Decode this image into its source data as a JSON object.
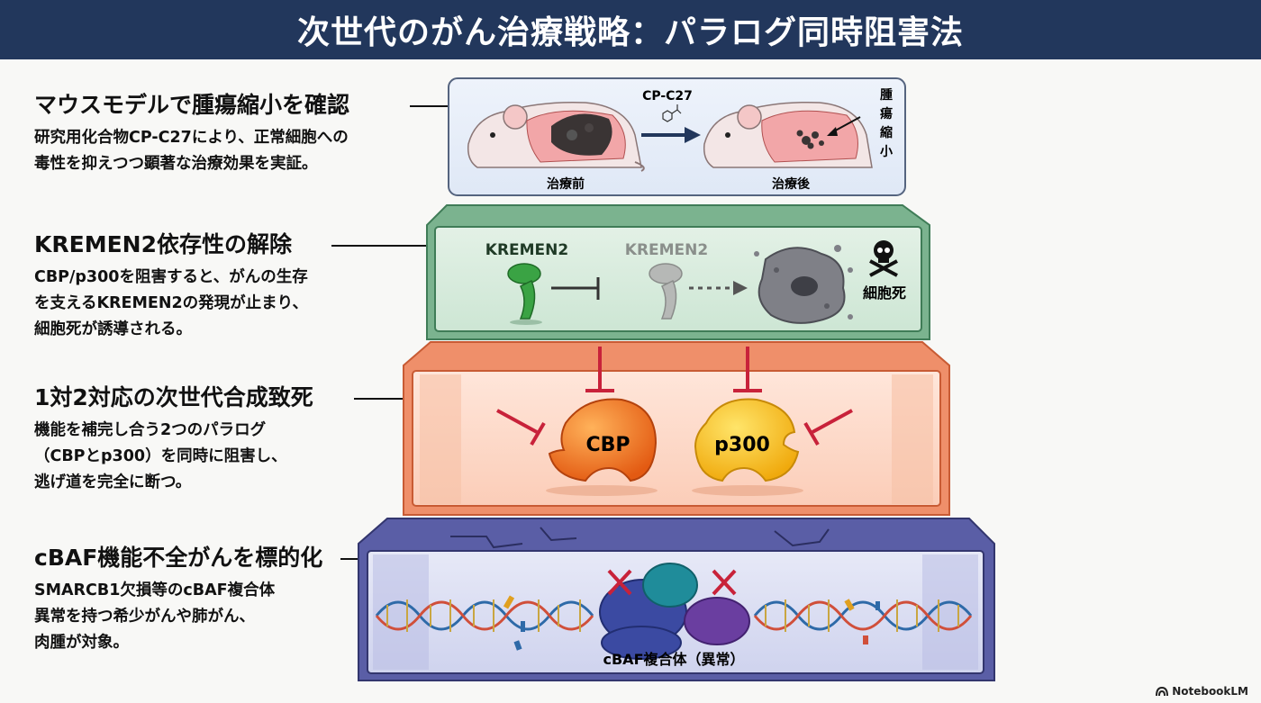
{
  "title": "次世代のがん治療戦略：パラログ同時阻害法",
  "sections": [
    {
      "heading": "マウスモデルで腫瘍縮小を確認",
      "body_lines": [
        "研究用化合物CP-C27により、正常細胞への",
        "毒性を抑えつつ顕著な治療効果を実証。"
      ]
    },
    {
      "heading": "KREMEN2依存性の解除",
      "body_lines": [
        "CBP/p300を阻害すると、がんの生存",
        "を支えるKREMEN2の発現が止まり、",
        "細胞死が誘導される。"
      ]
    },
    {
      "heading": "1対2対応の次世代合成致死",
      "body_lines": [
        "機能を補完し合う2つのパラログ",
        "（CBPとp300）を同時に阻害し、",
        "逃げ道を完全に断つ。"
      ]
    },
    {
      "heading": "cBAF機能不全がんを標的化",
      "body_lines": [
        "SMARCB1欠損等のcBAF複合体",
        "異常を持つ希少がんや肺がん、",
        "肉腫が対象。"
      ]
    }
  ],
  "diagram": {
    "mouse": {
      "compound": "CP-C27",
      "before_label": "治療前",
      "after_label": "治療後",
      "shrink_label": [
        "腫",
        "瘍",
        "縮",
        "小"
      ]
    },
    "kremen": {
      "active_label": "KREMEN2",
      "inactive_label": "KREMEN2",
      "death_label": "細胞死"
    },
    "paralogs": {
      "cbp_label": "CBP",
      "p300_label": "p300"
    },
    "cbaf": {
      "complex_label": "cBAF複合体（異常）"
    }
  },
  "colors": {
    "header": "#22375c",
    "green": "#5a9e78",
    "orange": "#ef7a52",
    "purple": "#4a4d96",
    "inhibit": "#c8223a"
  },
  "brand": "NotebookLM"
}
